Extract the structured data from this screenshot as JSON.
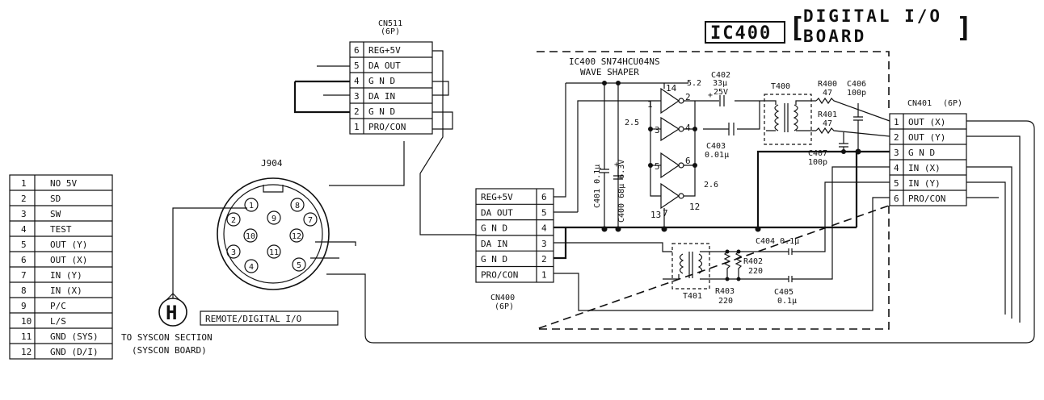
{
  "title": {
    "ic": "IC400",
    "board_line1": "DIGITAL I/O",
    "board_line2": "BOARD",
    "bracket_open": "[",
    "bracket_close": "]"
  },
  "j904_table": [
    {
      "pin": "1",
      "name": "NO 5V"
    },
    {
      "pin": "2",
      "name": "SD"
    },
    {
      "pin": "3",
      "name": "SW"
    },
    {
      "pin": "4",
      "name": "TEST"
    },
    {
      "pin": "5",
      "name": "OUT (Y)"
    },
    {
      "pin": "6",
      "name": "OUT (X)"
    },
    {
      "pin": "7",
      "name": "IN (Y)"
    },
    {
      "pin": "8",
      "name": "IN (X)"
    },
    {
      "pin": "9",
      "name": "P/C"
    },
    {
      "pin": "10",
      "name": "L/S"
    },
    {
      "pin": "11",
      "name": "GND (SYS)"
    },
    {
      "pin": "12",
      "name": "GND (D/I)"
    }
  ],
  "cn511": {
    "name": "CN511",
    "pins_label": "(6P)",
    "pins": [
      {
        "pin": "6",
        "name": "REG+5V"
      },
      {
        "pin": "5",
        "name": "DA OUT"
      },
      {
        "pin": "4",
        "name": "G N D"
      },
      {
        "pin": "3",
        "name": "DA IN"
      },
      {
        "pin": "2",
        "name": "G N D"
      },
      {
        "pin": "1",
        "name": "PRO/CON"
      }
    ]
  },
  "j904": {
    "name": "J904",
    "pins": [
      "1",
      "2",
      "3",
      "4",
      "5",
      "6",
      "7",
      "8",
      "9",
      "10",
      "11",
      "12"
    ],
    "label": "REMOTE/DIGITAL I/O"
  },
  "h_connector": {
    "letter": "H",
    "line1": "TO SYSCON SECTION",
    "line2": "(SYSCON BOARD)"
  },
  "cn400": {
    "name": "CN400",
    "pins_label": "(6P)",
    "pins": [
      {
        "pin": "6",
        "name": "REG+5V"
      },
      {
        "pin": "5",
        "name": "DA OUT"
      },
      {
        "pin": "4",
        "name": "G N D"
      },
      {
        "pin": "3",
        "name": "DA IN"
      },
      {
        "pin": "2",
        "name": "G N D"
      },
      {
        "pin": "1",
        "name": "PRO/CON"
      }
    ]
  },
  "cn401": {
    "name": "CN401",
    "pins_label": "(6P)",
    "pins": [
      {
        "pin": "1",
        "name": "OUT (X)"
      },
      {
        "pin": "2",
        "name": "OUT (Y)"
      },
      {
        "pin": "3",
        "name": "G N D"
      },
      {
        "pin": "4",
        "name": "IN (X)"
      },
      {
        "pin": "5",
        "name": "IN (Y)"
      },
      {
        "pin": "6",
        "name": "PRO/CON"
      }
    ]
  },
  "ic400": {
    "part": "IC400 SN74HCU04NS",
    "function": "WAVE SHAPER",
    "pin_labels": [
      "14",
      "2",
      "3",
      "4",
      "5",
      "6",
      "13",
      "7",
      "12",
      "1"
    ],
    "voltages": [
      "5.2",
      "2.5",
      "2.6"
    ]
  },
  "components": {
    "c402": [
      "C402",
      "33μ",
      "25V"
    ],
    "t400": "T400",
    "r400": [
      "R400",
      "47"
    ],
    "c406": [
      "C406",
      "100p"
    ],
    "r401": [
      "R401",
      "47"
    ],
    "c403": [
      "C403",
      "0.01μ"
    ],
    "c407": [
      "C407",
      "100p"
    ],
    "c401": "C401 0.1μ",
    "c400": "C400 68μ 6.3V",
    "c404": "C404 0.1μ",
    "r402": [
      "R402",
      "220"
    ],
    "t401": "T401",
    "r403": [
      "R403",
      "220"
    ],
    "c405": [
      "C405",
      "0.1μ"
    ]
  }
}
